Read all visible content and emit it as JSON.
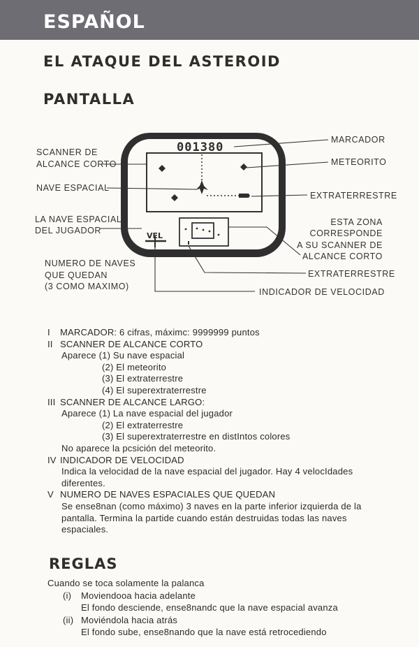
{
  "header": {
    "title": "ESPAÑOL"
  },
  "doc_title": "EL ATAQUE DEL ASTEROID",
  "section_title": "PANTALLA",
  "diagram": {
    "score": "001380",
    "vel": "VEL",
    "labels": {
      "scanner_corto": [
        "SCANNER DE",
        "ALCANCE CORTO"
      ],
      "nave_espacial": "NAVE ESPACIAL",
      "nave_jugador": [
        "LA NAVE ESPACIAL",
        "DEL JUGADOR"
      ],
      "naves_quedan": [
        "NUMERO DE NAVES",
        "QUE QUEDAN",
        "(3 COMO MAXIMO)"
      ],
      "marcador": "MARCADOR",
      "meteorito": "METEORITO",
      "extraterrestre_1": "EXTRATERRESTRE",
      "zona": [
        "ESTA ZONA",
        "CORRESPONDE",
        "A SU SCANNER DE",
        "ALCANCE CORTO"
      ],
      "extraterrestre_2": "EXTRATERRESTRE",
      "velocidad": "INDICADOR DE VELOCIDAD"
    }
  },
  "items": {
    "i_num": "I",
    "i_text": "MARCADOR: 6 cifras, máximc: 9999999 puntos",
    "ii_num": "II",
    "ii_text": "SCANNER DE ALCANCE CORTO",
    "ii_1": "Aparece (1) Su nave espacial",
    "ii_2": "(2) El meteorito",
    "ii_3": "(3) El extraterrestre",
    "ii_4": "(4) El superextraterrestre",
    "iii_num": "III",
    "iii_text": "SCANNER DE ALCANCE LARGO:",
    "iii_1": "Aparece (1) La nave espacial del jugador",
    "iii_2": "(2) El extraterrestre",
    "iii_3": "(3) El superextraterrestre en distIntos colores",
    "iii_note": "No aparece la pcsición del meteorito.",
    "iv_num": "IV",
    "iv_text": "INDICADOR DE VELOCIDAD",
    "iv_desc": "Indica la velocidad de la nave espacial del jugador. Hay 4 velocIdades diferentes.",
    "v_num": "V",
    "v_text": "NUMERO DE NAVES ESPACIALES QUE QUEDAN",
    "v_desc": "Se ense8nan (como máximo) 3 naves en la parte inferior izquierda de la pantalla. Termina la partide cuando están destruidas todas las naves espaciales."
  },
  "reglas": {
    "title": "REGLAS",
    "intro": "Cuando se toca solamente la palanca",
    "i_num": "(i)",
    "i_text": "Moviendooa hacia adelante",
    "i_desc": "El fondo desciende, ense8nandc que la nave espacial avanza",
    "ii_num": "(ii)",
    "ii_text": "Moviéndola hacia atrás",
    "ii_desc": "El fondo sube, ense8nando que la nave está retrocediendo"
  }
}
